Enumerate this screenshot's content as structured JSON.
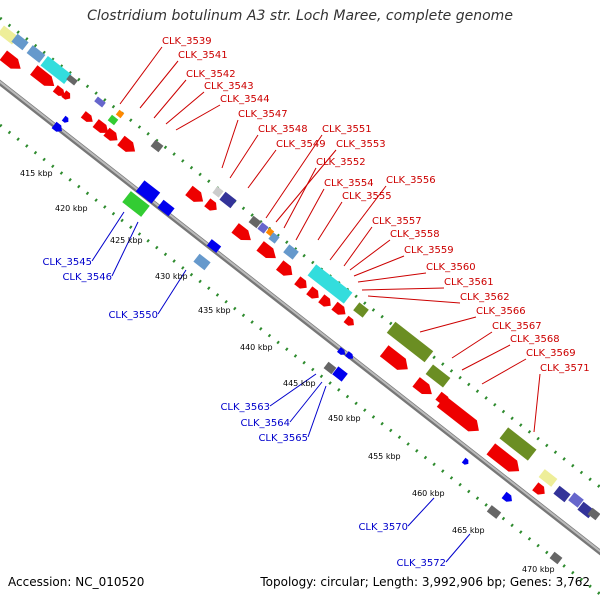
{
  "title": "Clostridium botulinum A3 str. Loch Maree, complete genome",
  "footer": {
    "accession": "Accession: NC_010520",
    "topology": "Topology: circular; Length: 3,992,906 bp; Genes: 3,762"
  },
  "colors": {
    "backbone": "#999999",
    "ring": "#2e8b2e",
    "forward_label": "#cc0000",
    "reverse_label": "#0000cc",
    "gene_red": "#ee0000",
    "gene_blue": "#0000ee",
    "gene_olive": "#6b8e23",
    "gene_cyan": "#33dddd",
    "gene_green": "#33cc33",
    "gene_slate": "#6666cc",
    "gene_navy": "#333399",
    "gene_gray": "#666666",
    "gene_lightgray": "#cccccc",
    "gene_yellow": "#eeee99",
    "gene_orange": "#ff8800",
    "gene_steel": "#6699cc"
  },
  "kbp_ticks": [
    "415 kbp",
    "420 kbp",
    "425 kbp",
    "430 kbp",
    "435 kbp",
    "440 kbp",
    "445 kbp",
    "450 kbp",
    "455 kbp",
    "460 kbp",
    "465 kbp",
    "470 kbp"
  ],
  "forward_labels": [
    "CLK_3539",
    "CLK_3541",
    "CLK_3542",
    "CLK_3543",
    "CLK_3544",
    "CLK_3547",
    "CLK_3548",
    "CLK_3549",
    "CLK_3551",
    "CLK_3553",
    "CLK_3552",
    "CLK_3554",
    "CLK_3556",
    "CLK_3555",
    "CLK_3557",
    "CLK_3558",
    "CLK_3559",
    "CLK_3560",
    "CLK_3561",
    "CLK_3562",
    "CLK_3566",
    "CLK_3567",
    "CLK_3568",
    "CLK_3569",
    "CLK_3571"
  ],
  "reverse_labels": [
    "CLK_3545",
    "CLK_3546",
    "CLK_3550",
    "CLK_3563",
    "CLK_3564",
    "CLK_3565",
    "CLK_3570",
    "CLK_3572"
  ]
}
